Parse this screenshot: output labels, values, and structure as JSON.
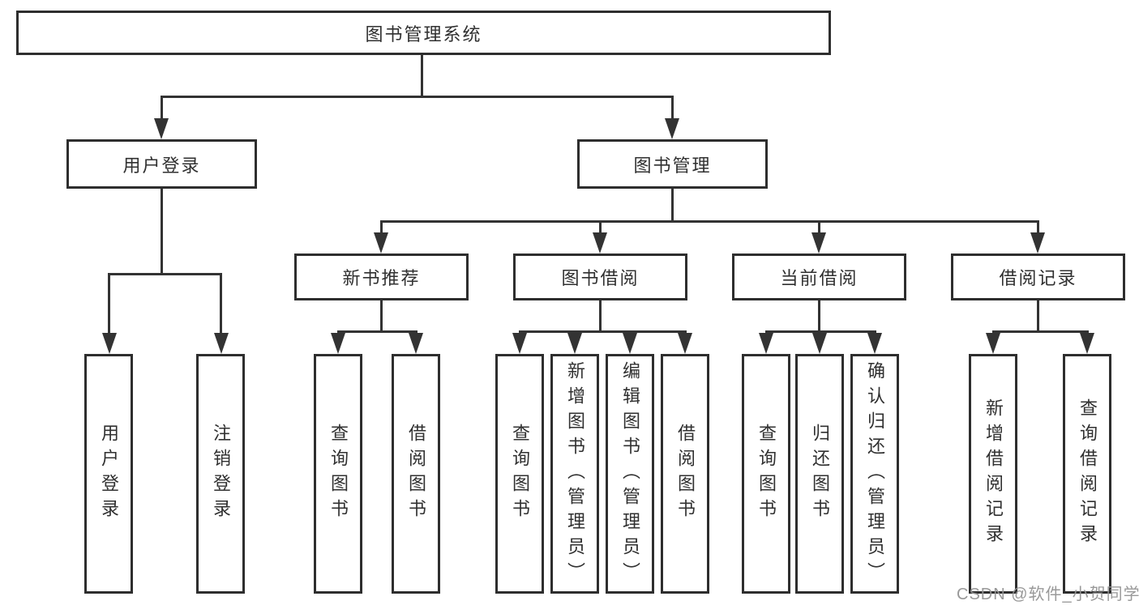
{
  "diagram": {
    "title": "图书管理系统",
    "root": "图书管理系统",
    "level2": [
      "用户登录",
      "图书管理"
    ],
    "level3": [
      "新书推荐",
      "图书借阅",
      "当前借阅",
      "借阅记录"
    ],
    "leaves": {
      "user_login": [
        "用户登录",
        "注销登录"
      ],
      "new_books": [
        "查询图书",
        "借阅图书"
      ],
      "book_borrow": [
        "查询图书",
        "新增图书（管理员）",
        "编辑图书（管理员）",
        "借阅图书"
      ],
      "current_borrow": [
        "查询图书",
        "归还图书",
        "确认归还（管理员）"
      ],
      "borrow_records": [
        "新增借阅记录",
        "查询借阅记录"
      ]
    }
  },
  "watermark": "CSDN @软件_小贺同学",
  "colors": {
    "line": "#333333",
    "box_border": "#2e2e2e",
    "text": "#303030",
    "watermark": "#949494",
    "background": "#ffffff"
  }
}
